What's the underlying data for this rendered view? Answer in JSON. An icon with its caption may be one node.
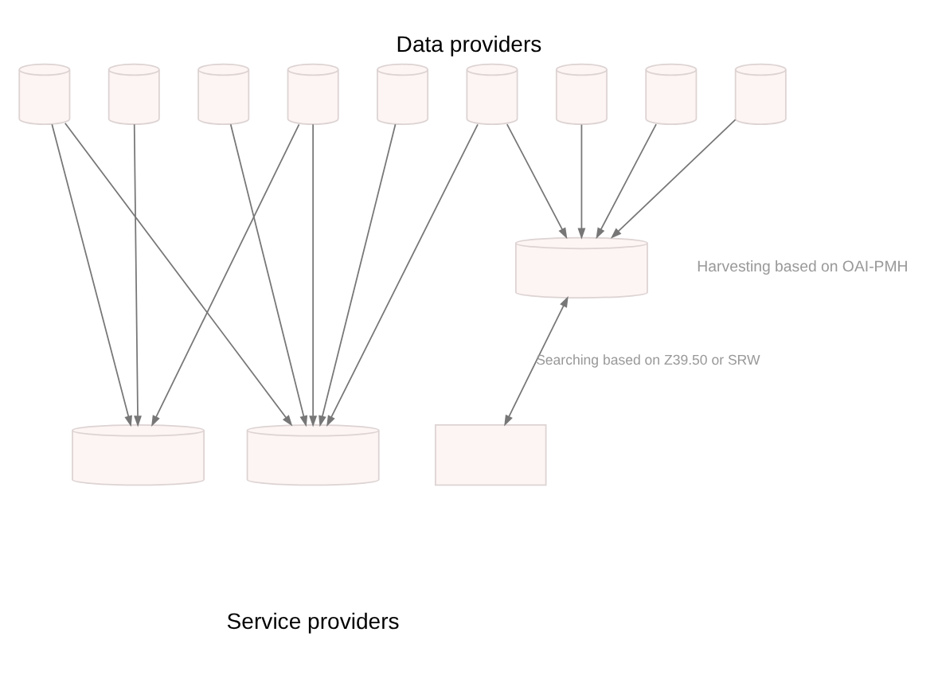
{
  "diagram": {
    "title": "Data providers",
    "caption": "Service providers",
    "nodes": [
      {
        "text": [],
        "shape": "cylinder"
      },
      {
        "text": [],
        "shape": "cylinder"
      },
      {
        "text": [],
        "shape": "cylinder"
      },
      {
        "text": [],
        "shape": "cylinder"
      },
      {
        "text": [],
        "shape": "cylinder"
      },
      {
        "text": [],
        "shape": "cylinder"
      },
      {
        "text": [],
        "shape": "cylinder"
      },
      {
        "text": [],
        "shape": "cylinder"
      },
      {
        "text": [],
        "shape": "cylinder"
      },
      {
        "text": [],
        "shape": "cylinder"
      },
      {
        "text": [],
        "shape": "cylinder"
      },
      {
        "text": [],
        "shape": "cylinder"
      },
      {
        "text": [],
        "shape": "box"
      }
    ],
    "edges": [
      {
        "from": 0,
        "to": 10,
        "arrow": "to"
      },
      {
        "from": 0,
        "to": 11,
        "arrow": "to"
      },
      {
        "from": 1,
        "to": 10,
        "arrow": "to"
      },
      {
        "from": 2,
        "to": 11,
        "arrow": "to"
      },
      {
        "from": 3,
        "to": 10,
        "arrow": "to"
      },
      {
        "from": 3,
        "to": 11,
        "arrow": "to"
      },
      {
        "from": 4,
        "to": 11,
        "arrow": "to"
      },
      {
        "from": 5,
        "to": 11,
        "arrow": "to"
      },
      {
        "from": 5,
        "to": 9,
        "arrow": "to"
      },
      {
        "from": 6,
        "to": 9,
        "arrow": "to"
      },
      {
        "from": 7,
        "to": 9,
        "arrow": "to"
      },
      {
        "from": 8,
        "to": 9,
        "arrow": "to"
      },
      {
        "from": 9,
        "to": 12,
        "arrow": "both",
        "label": "Searching based on Z39.50 or SRW"
      }
    ],
    "labels": [
      "Harvesting based on OAI-PMH"
    ]
  }
}
